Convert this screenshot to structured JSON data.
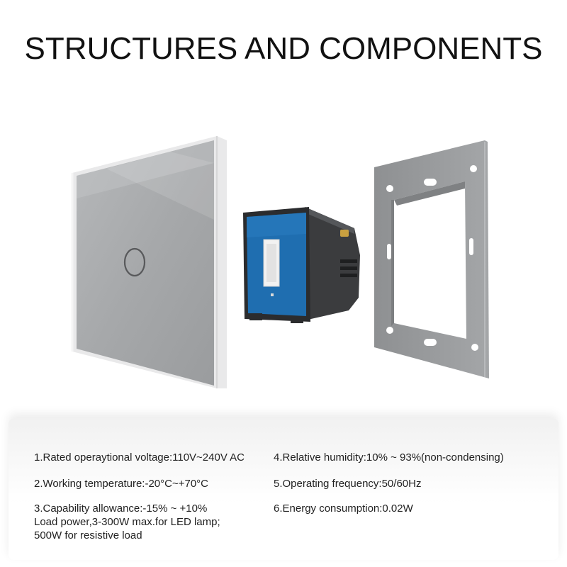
{
  "page_title": "STRUCTURES AND COMPONENTS",
  "colors": {
    "glass_panel": "#a9abad",
    "switch_module_blue": "#1f6eb0",
    "switch_body": "#3a3a3a",
    "mounting_frame": "#9b9d9f",
    "title_text": "#111111"
  },
  "components": [
    {
      "name": "glass-panel",
      "icon": "glass-touch-panel"
    },
    {
      "name": "switch-module",
      "icon": "switch-module"
    },
    {
      "name": "mounting-frame",
      "icon": "mounting-frame"
    }
  ],
  "specs": {
    "left": [
      {
        "lines": [
          "1.Rated operaytional voltage:110V~240V AC"
        ]
      },
      {
        "lines": [
          "2.Working temperature:-20°C~+70°C"
        ]
      },
      {
        "lines": [
          "3.Capability allowance:-15% ~ +10%",
          "Load power,3-300W max.for LED lamp;",
          "500W for resistive load"
        ]
      }
    ],
    "right": [
      {
        "lines": [
          "4.Relative humidity:10% ~ 93%(non-condensing)"
        ]
      },
      {
        "lines": [
          "5.Operating frequency:50/60Hz"
        ]
      },
      {
        "lines": [
          "6.Energy consumption:0.02W"
        ]
      }
    ]
  }
}
